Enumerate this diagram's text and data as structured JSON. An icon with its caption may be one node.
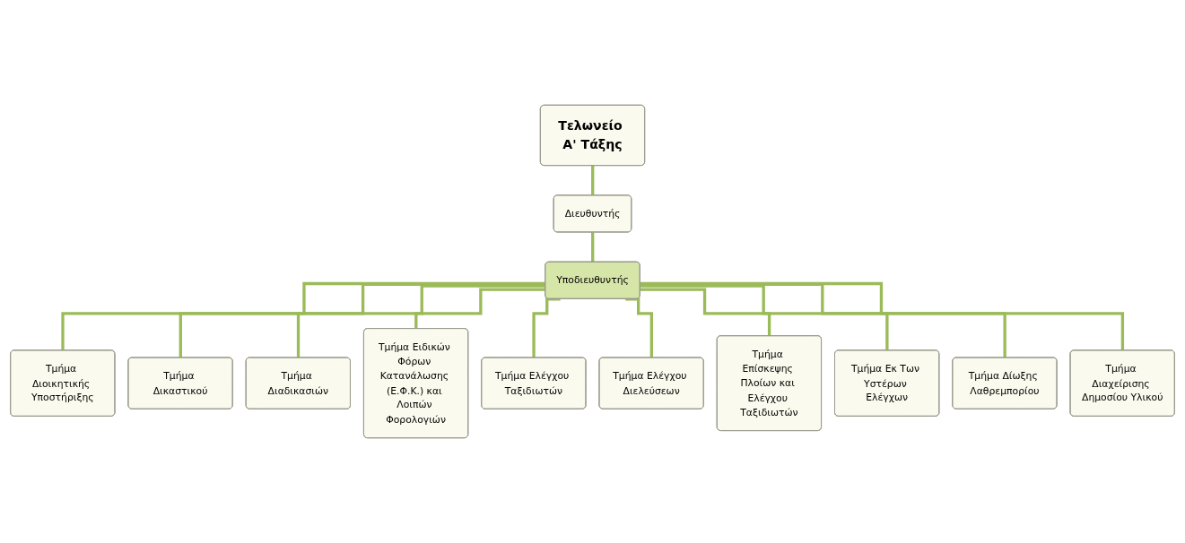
{
  "diagram": {
    "nodes": [
      {
        "text": [
          "Τελωνείο Α' Τάξης"
        ]
      },
      {
        "text": [
          "Διευθυντής"
        ]
      },
      {
        "text": [
          "Υποδιευθυντής"
        ]
      },
      {
        "text": [
          "Τμήμα Διοικητικής Υποστήριξης"
        ]
      },
      {
        "text": [
          "Τμήμα Δικαστικού"
        ]
      },
      {
        "text": [
          "Τμήμα Διαδικασιών"
        ]
      },
      {
        "text": [
          "Τμήμα Ειδικών Φόρων Κατανάλωσης (Ε.Φ.Κ.) και Λοιπών Φορολογιών"
        ]
      },
      {
        "text": [
          "Τμήμα Ελέγχου Ταξιδιωτών"
        ]
      },
      {
        "text": [
          "Τμήμα Ελέγχου Διελεύσεων"
        ]
      },
      {
        "text": [
          "Τμήμα Επίσκεψης Πλοίων και Ελέγχου Ταξιδιωτών"
        ]
      },
      {
        "text": [
          "Τμήμα Εκ Των Υστέρων Ελέγχων"
        ]
      },
      {
        "text": [
          "Τμήμα Δίωξης Λαθρεμπορίου"
        ]
      },
      {
        "text": [
          "Τμήμα Διαχείρισης Δημοσίου Υλικού"
        ]
      }
    ],
    "edges": [
      {
        "from": 0,
        "to": 1,
        "arrow": "none"
      },
      {
        "from": 1,
        "to": 2,
        "arrow": "none"
      },
      {
        "from": 2,
        "to": 3,
        "arrow": "none"
      },
      {
        "from": 2,
        "to": 4,
        "arrow": "none"
      },
      {
        "from": 2,
        "to": 5,
        "arrow": "none"
      },
      {
        "from": 2,
        "to": 6,
        "arrow": "none"
      },
      {
        "from": 2,
        "to": 7,
        "arrow": "none"
      },
      {
        "from": 2,
        "to": 8,
        "arrow": "none"
      },
      {
        "from": 2,
        "to": 9,
        "arrow": "none"
      },
      {
        "from": 2,
        "to": 10,
        "arrow": "none"
      },
      {
        "from": 2,
        "to": 11,
        "arrow": "none"
      },
      {
        "from": 2,
        "to": 12,
        "arrow": "none"
      }
    ]
  }
}
